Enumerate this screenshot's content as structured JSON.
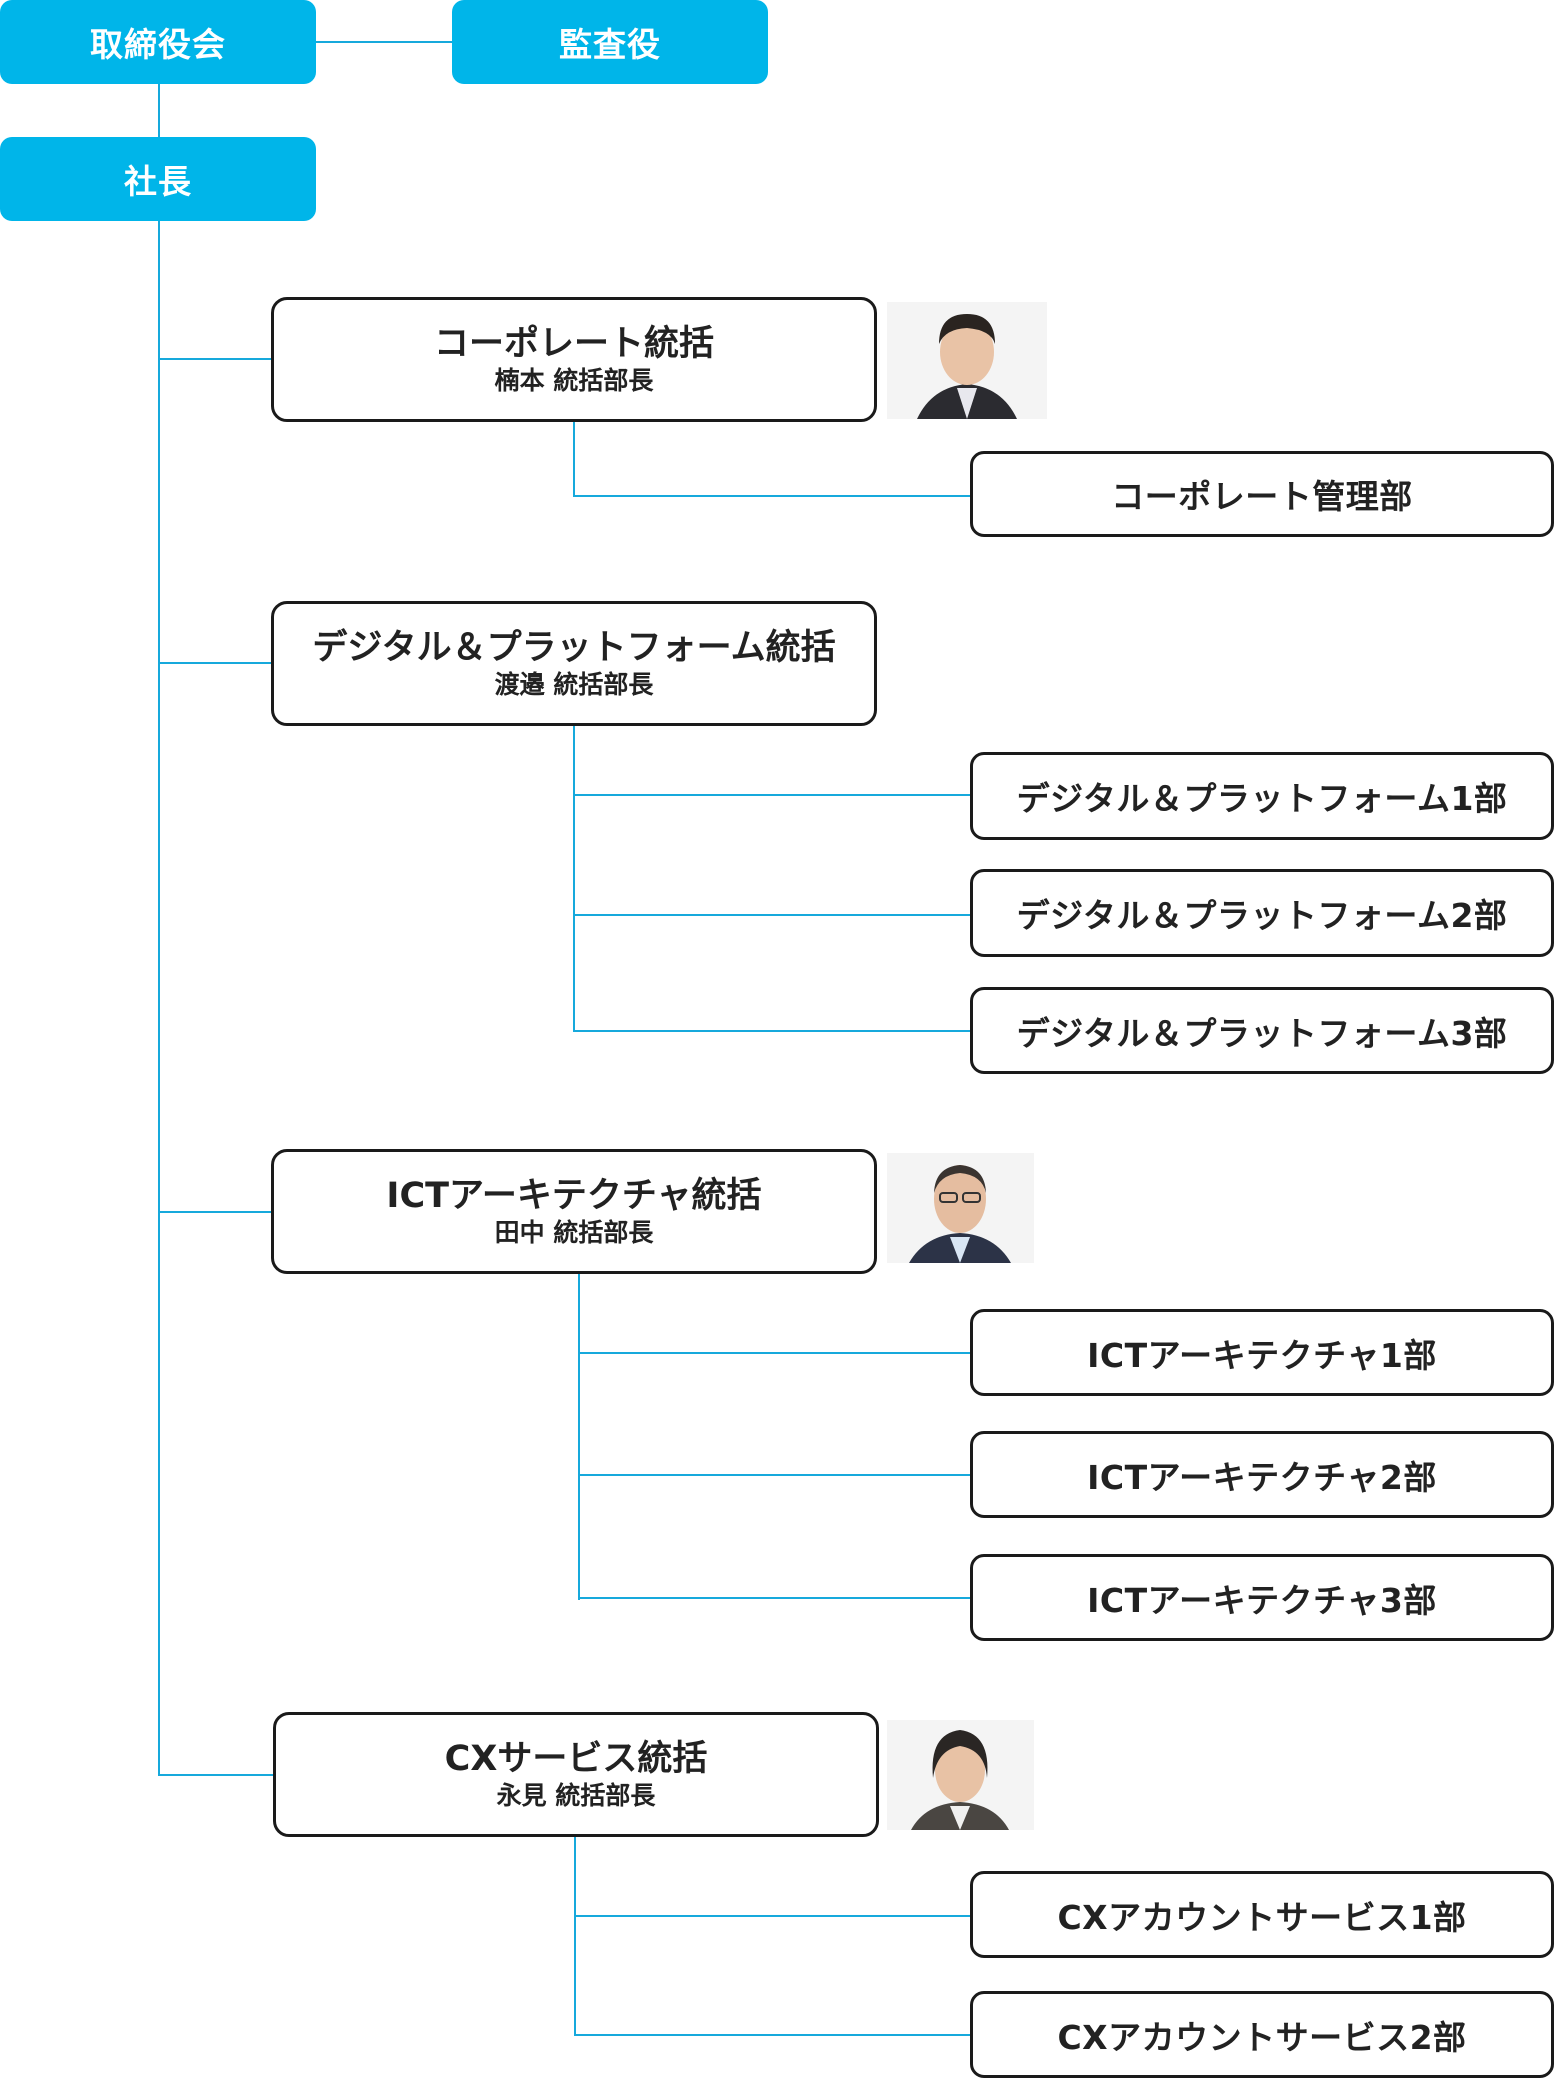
{
  "top": {
    "board": "取締役会",
    "auditor": "監査役",
    "president": "社長"
  },
  "divisions": [
    {
      "title": "コーポレート統括",
      "manager": "楠本 統括部長",
      "photo": "person-photo",
      "departments": [
        "コーポレート管理部"
      ]
    },
    {
      "title": "デジタル＆プラットフォーム統括",
      "manager": "渡邉 統括部長",
      "departments": [
        "デジタル＆プラットフォーム1部",
        "デジタル＆プラットフォーム2部",
        "デジタル＆プラットフォーム3部"
      ]
    },
    {
      "title": "ICTアーキテクチャ統括",
      "manager": "田中 統括部長",
      "photo": "person-photo",
      "departments": [
        "ICTアーキテクチャ1部",
        "ICTアーキテクチャ2部",
        "ICTアーキテクチャ3部"
      ]
    },
    {
      "title": "CXサービス統括",
      "manager": "永見 統括部長",
      "photo": "person-photo",
      "departments": [
        "CXアカウントサービス1部",
        "CXアカウントサービス2部"
      ]
    }
  ],
  "colors": {
    "accent": "#00b5e9",
    "connector": "#16a9dc",
    "border": "#1a1a1a"
  }
}
